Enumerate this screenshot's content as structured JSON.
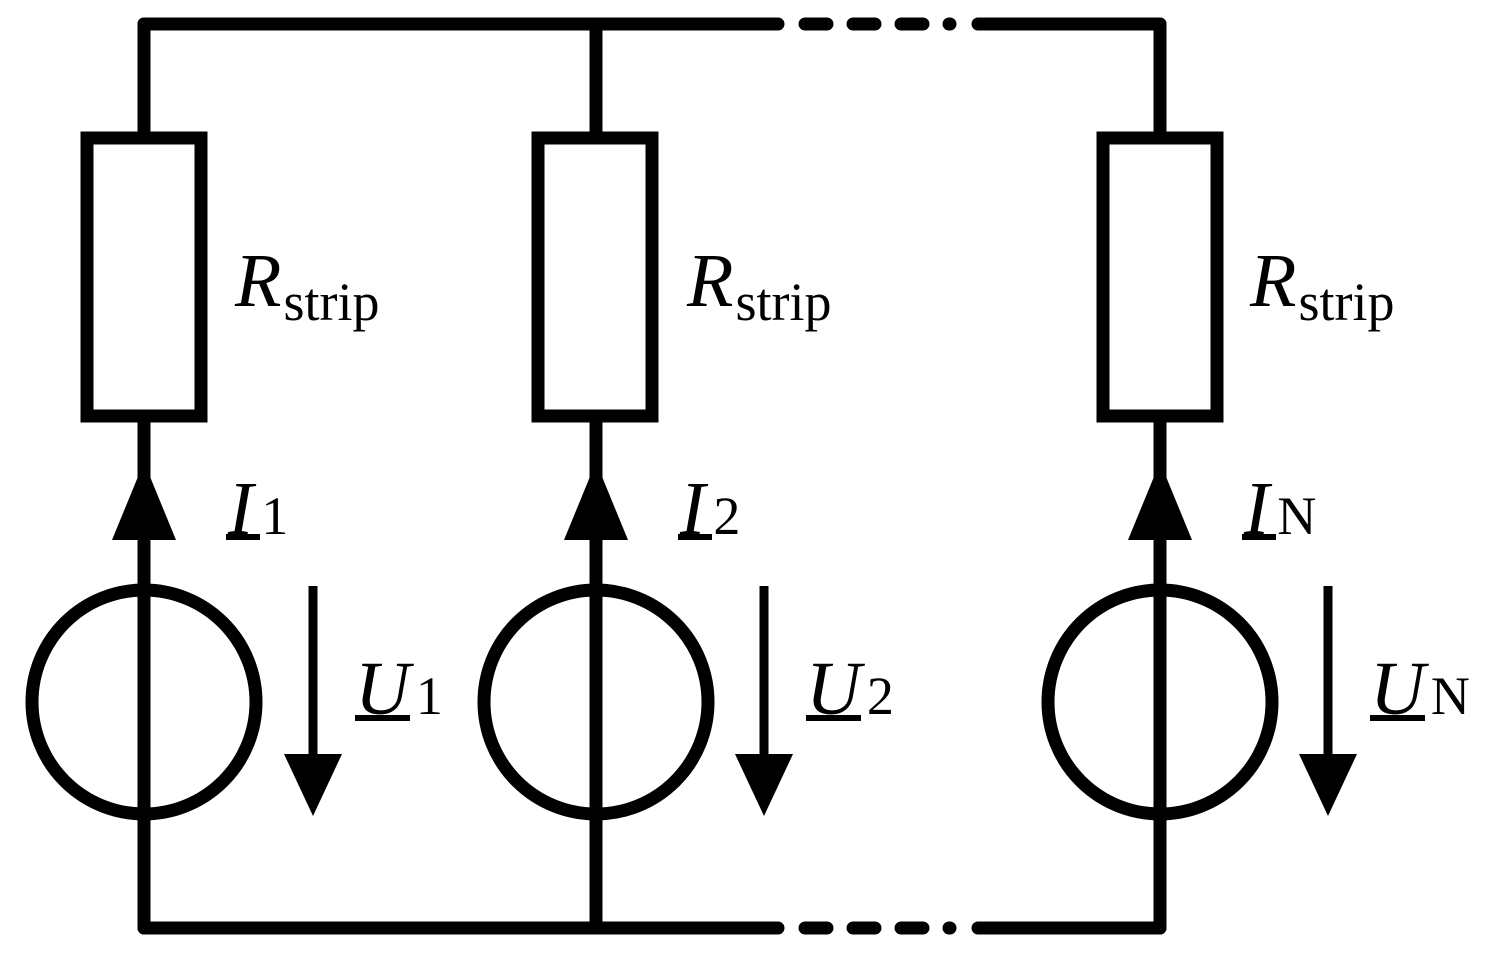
{
  "branches": [
    {
      "resistor": {
        "symbol": "R",
        "sub": "strip"
      },
      "current": {
        "symbol": "I",
        "sub": "1"
      },
      "voltage": {
        "symbol": "U",
        "sub": "1"
      }
    },
    {
      "resistor": {
        "symbol": "R",
        "sub": "strip"
      },
      "current": {
        "symbol": "I",
        "sub": "2"
      },
      "voltage": {
        "symbol": "U",
        "sub": "2"
      }
    },
    {
      "resistor": {
        "symbol": "R",
        "sub": "strip"
      },
      "current": {
        "symbol": "I",
        "sub": "N"
      },
      "voltage": {
        "symbol": "U",
        "sub": "N"
      }
    }
  ]
}
